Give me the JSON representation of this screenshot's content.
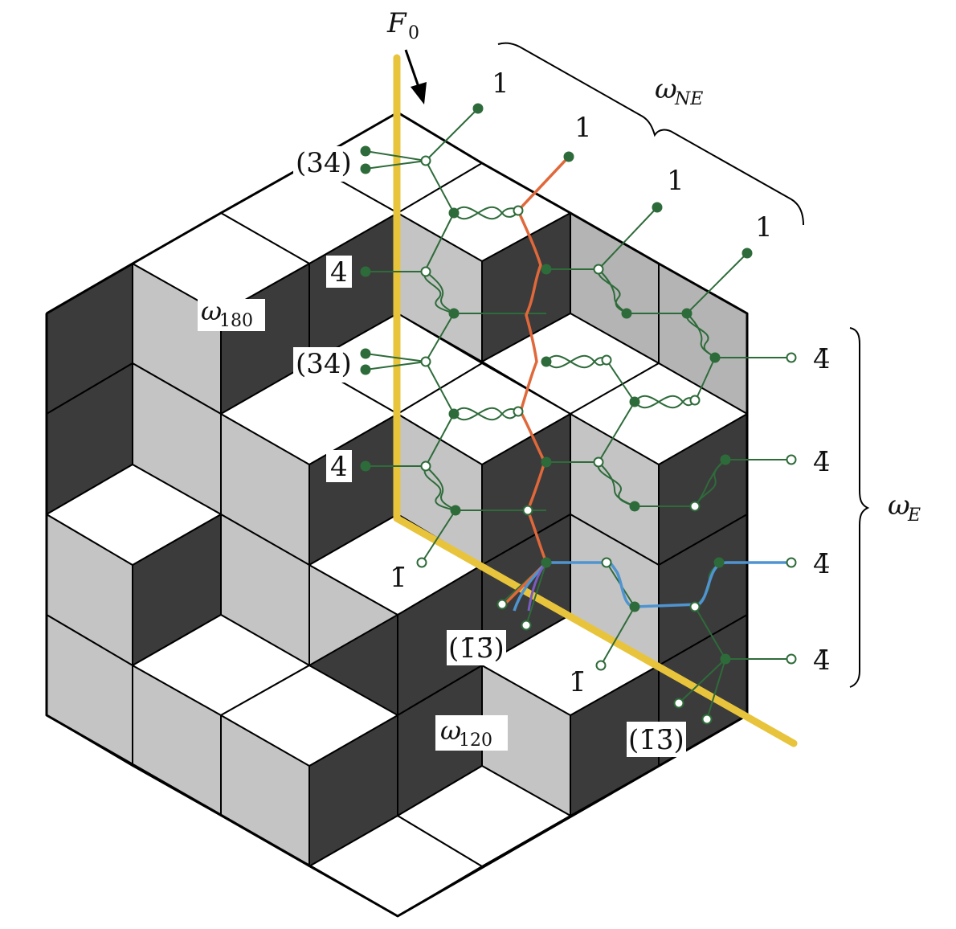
{
  "labels": {
    "f0_main": "F",
    "f0_sub": "0",
    "omega_ne_main": "ω",
    "omega_ne_sub": "NE",
    "omega_e_main": "ω",
    "omega_e_sub": "E",
    "omega_180_main": "ω",
    "omega_180_sub": "180",
    "omega_120_main": "ω",
    "omega_120_sub": "120",
    "one_a": "1",
    "one_b": "1",
    "one_c": "1",
    "one_d": "1",
    "p34_a": "(34)",
    "p34_b": "(34)",
    "four_a": "4",
    "four_b": "4",
    "bar4_a": "4̄",
    "bar4_b": "4̄",
    "bar4_c": "4̄",
    "bar4_d": "4̄",
    "bar1_a": "1̄",
    "bar1_b": "1̄",
    "bar13_a": "(1̄3̄)",
    "bar13_b": "(1̄3̄)"
  },
  "colors": {
    "top_face": "#ffffff",
    "left_face": "#c4c4c4",
    "right_face": "#3b3b3b",
    "gray_face": "#b4b4b4",
    "graph_green": "#2e6b3a",
    "path_orange": "#e0683a",
    "path_blue": "#4f94d0",
    "path_purple": "#7a5cc0",
    "f0_yellow": "#e8c43c"
  }
}
